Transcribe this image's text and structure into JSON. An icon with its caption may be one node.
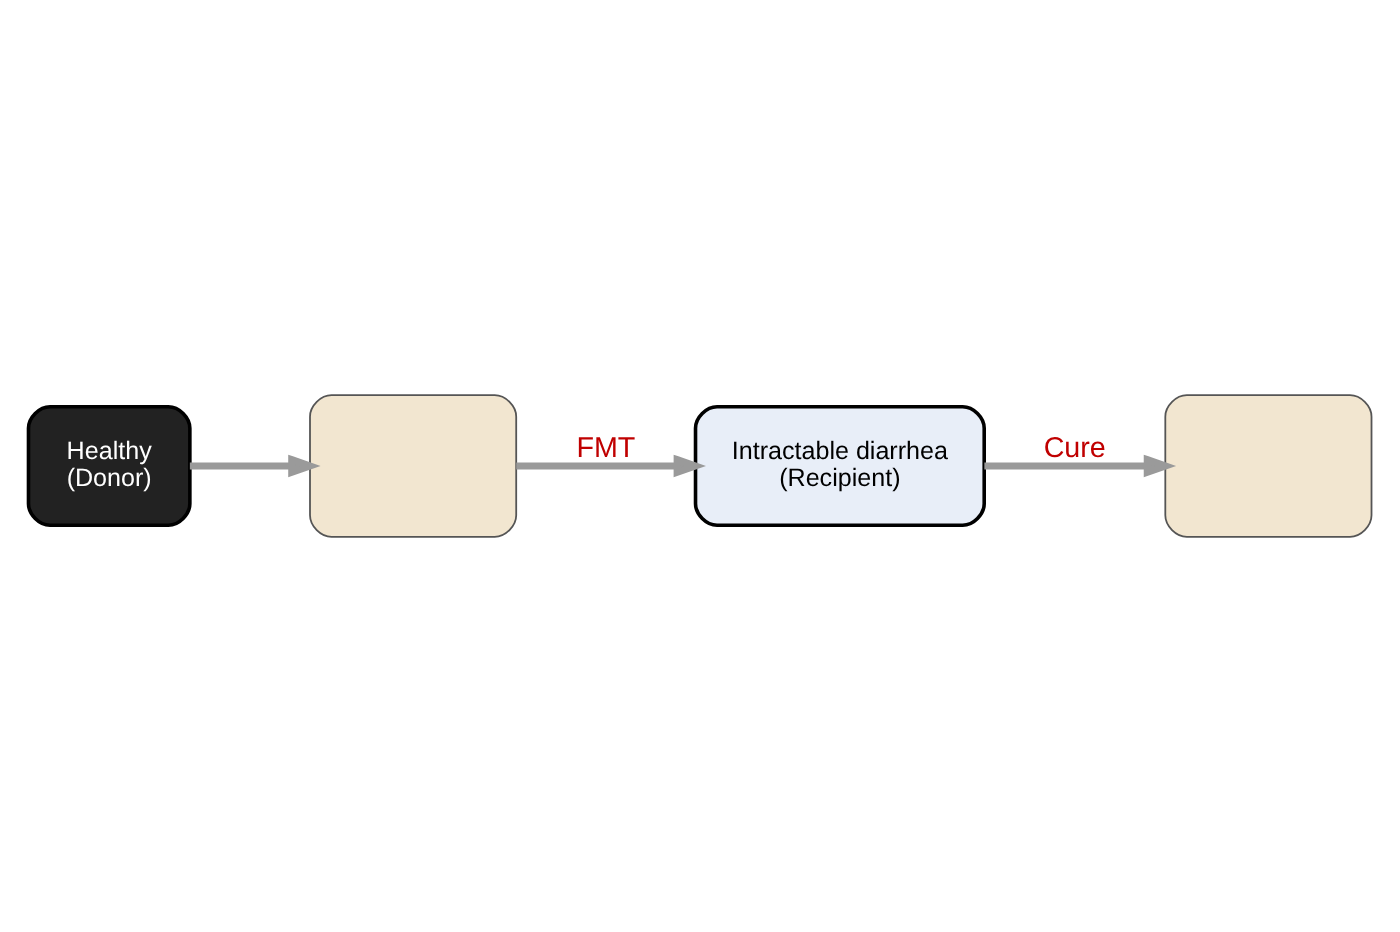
{
  "diagram": {
    "nodes": [
      {
        "text": [
          "Healthy",
          "(Donor)"
        ]
      },
      {
        "text": [],
        "shape": "box"
      },
      {
        "text": [
          "Intractable diarrhea",
          "(Recipient)"
        ]
      },
      {
        "text": [],
        "shape": "box"
      }
    ],
    "edges": [
      {
        "from": 0,
        "to": 1,
        "arrow": "to"
      },
      {
        "from": 1,
        "to": 2,
        "arrow": "to",
        "label": "FMT"
      },
      {
        "from": 2,
        "to": 3,
        "arrow": "to",
        "label": "Cure"
      }
    ]
  }
}
